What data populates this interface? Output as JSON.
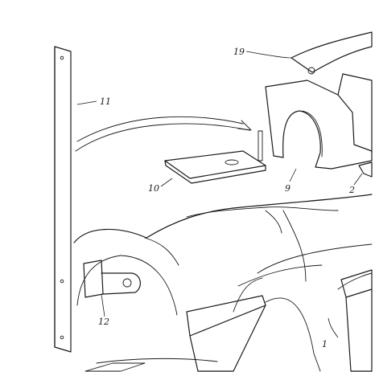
{
  "callouts": {
    "c19": "19",
    "c11": "11",
    "c9": "9",
    "c2": "2",
    "c10": "10",
    "c12": "12",
    "c1": "1"
  },
  "colors": {
    "ink": "#1a1a1a",
    "paper": "#ffffff",
    "strip": "#2a2a2a"
  }
}
